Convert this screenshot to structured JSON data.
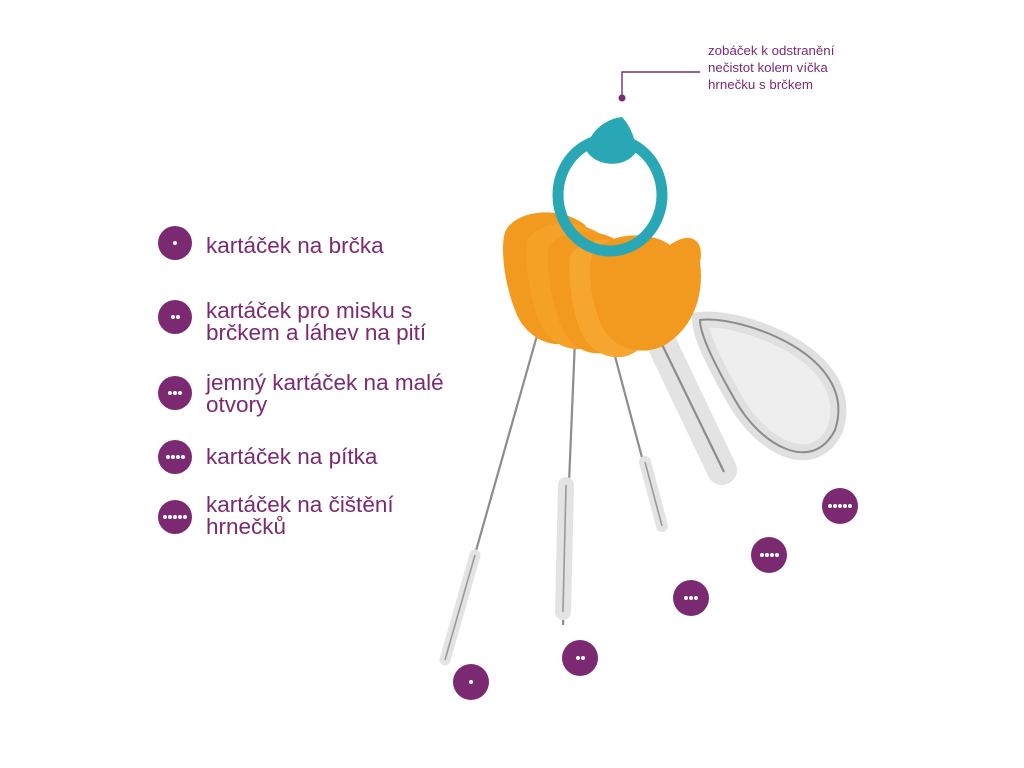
{
  "legend": {
    "items": [
      {
        "dots": 1,
        "label": "kartáček na brčka"
      },
      {
        "dots": 2,
        "label": "kartáček pro misku s\nbrčkem a láhev na pití"
      },
      {
        "dots": 3,
        "label": "jemný kartáček na malé\notvory"
      },
      {
        "dots": 4,
        "label": "kartáček na pítka"
      },
      {
        "dots": 5,
        "label": "kartáček na čištění\nhrnečků"
      }
    ]
  },
  "callout": {
    "text": "zobáček k odstranění\nnečistot kolem víčka\nhrnečku s brčkem"
  },
  "brush_badges": [
    {
      "dots": 1
    },
    {
      "dots": 2
    },
    {
      "dots": 3
    },
    {
      "dots": 4
    },
    {
      "dots": 5
    }
  ],
  "colors": {
    "accent": "#7b2a72",
    "handle": "#f39a21",
    "ring": "#2aa7b5",
    "wire": "#8c8c8c",
    "bristle": "#e6e6e6"
  }
}
